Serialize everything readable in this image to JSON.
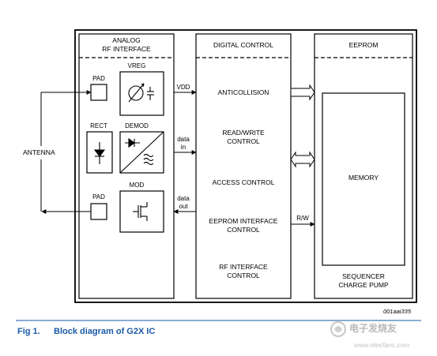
{
  "diagram": {
    "external": {
      "antenna": "ANTENNA"
    },
    "analog_block": {
      "title_line1": "ANALOG",
      "title_line2": "RF INTERFACE",
      "pad_top": "PAD",
      "vreg": "VREG",
      "rect": "RECT",
      "demod": "DEMOD",
      "pad_bottom": "PAD",
      "mod": "MOD"
    },
    "signals": {
      "vdd": "VDD",
      "data_in_line1": "data",
      "data_in_line2": "in",
      "data_out_line1": "data",
      "data_out_line2": "out",
      "rw": "R/W"
    },
    "digital_block": {
      "title": "DIGITAL CONTROL",
      "anticollision": "ANTICOLLISION",
      "readwrite_line1": "READ/WRITE",
      "readwrite_line2": "CONTROL",
      "access_control": "ACCESS CONTROL",
      "eeprom_if_line1": "EEPROM INTERFACE",
      "eeprom_if_line2": "CONTROL",
      "rf_if_line1": "RF INTERFACE",
      "rf_if_line2": "CONTROL"
    },
    "eeprom_block": {
      "title": "EEPROM",
      "memory": "MEMORY",
      "seq_line1": "SEQUENCER",
      "seq_line2": "CHARGE PUMP"
    },
    "figure_ref": "001aai335"
  },
  "caption": {
    "number": "Fig 1.",
    "title": "Block diagram of G2X IC"
  },
  "watermark": {
    "text": "电子发烧友",
    "url": "www.elecfans.com"
  },
  "colors": {
    "caption": "#1a5aa6",
    "rule": "#1a5aa6",
    "line": "#000000"
  }
}
